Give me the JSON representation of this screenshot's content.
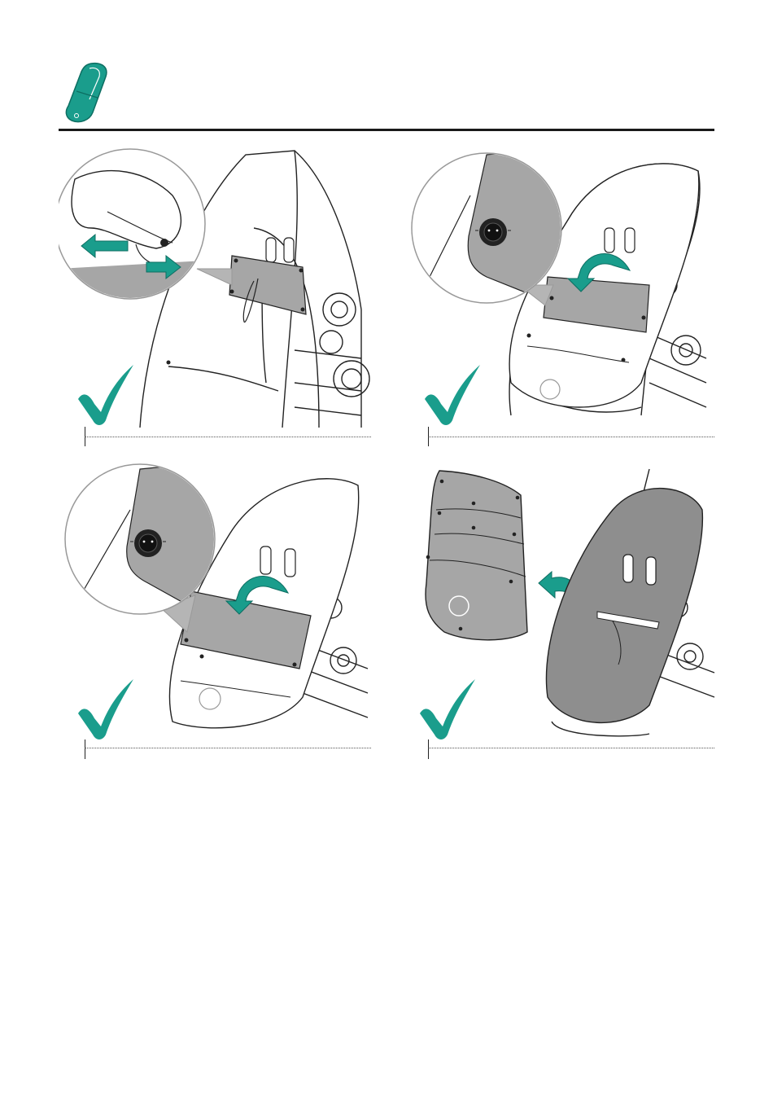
{
  "colors": {
    "accent": "#1a9d8c",
    "fabric": "#a6a6a6",
    "line": "#222222",
    "seat": "#ffffff"
  },
  "header": {
    "icon": "seat-liner-icon"
  },
  "steps": [
    {
      "id": 1,
      "status_icon": "checkmark-icon",
      "action_icon": "pull-apart-arrows-icon"
    },
    {
      "id": 2,
      "status_icon": "checkmark-icon",
      "action_icon": "fold-over-arrow-icon"
    },
    {
      "id": 3,
      "status_icon": "checkmark-icon",
      "action_icon": "fold-over-arrow-icon"
    },
    {
      "id": 4,
      "status_icon": "checkmark-icon",
      "action_icon": "remove-arrow-icon"
    }
  ]
}
